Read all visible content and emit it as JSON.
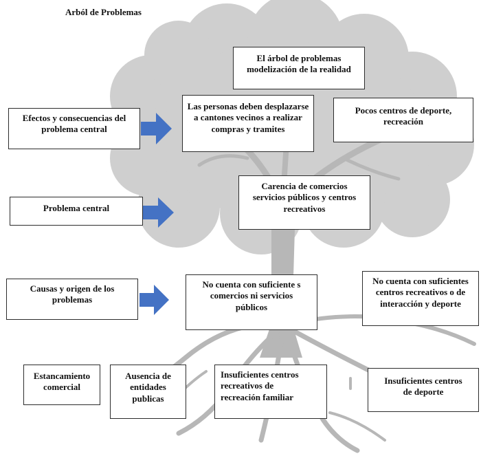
{
  "title": "Arból de Problemas",
  "colors": {
    "canopy": "#cfcfcf",
    "trunk": "#b7b7b7",
    "arrow": "#4472c4",
    "box_border": "#2b2b2b"
  },
  "labels": {
    "effects": "Efectos y consecuencias del\nproblema central",
    "central": "Problema central",
    "causes": "Causas y origen de los\nproblemas"
  },
  "boxes": {
    "model": "El árbol de problemas\nmodelización de la realidad",
    "effect_1": "Las personas deben desplazarse\na cantones vecinos a realizar\ncompras y tramites",
    "effect_2": "Pocos centros de deporte,\nrecreación",
    "central_problem": "Carencia de comercios\nservicios públicos y centros\nrecreativos",
    "cause_1": "No cuenta con suficiente s\ncomercios ni servicios\npúblicos",
    "cause_2": "No cuenta con suficientes\ncentros recreativos o de\ninteracción y deporte",
    "root_1": "Estancamiento\ncomercial",
    "root_2": "Ausencia de\nentidades\npublicas",
    "root_3": "Insuficientes centros\nrecreativos de\nrecreación familiar",
    "root_4": "Insuficientes centros\nde deporte"
  }
}
